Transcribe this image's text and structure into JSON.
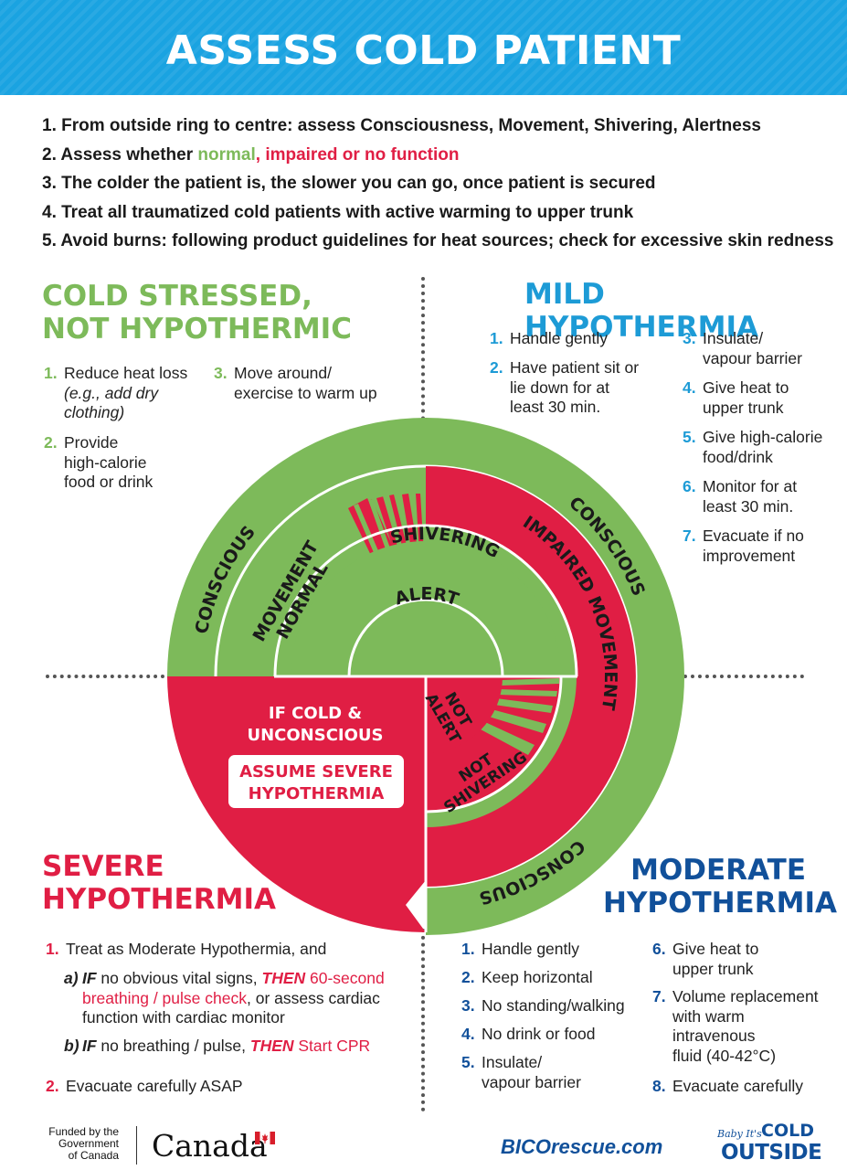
{
  "title": "ASSESS COLD PATIENT",
  "intro": [
    {
      "plain": "1. From outside ring to centre: assess Consciousness, Movement, Shivering, Alertness"
    },
    {
      "pre": "2. Assess whether ",
      "normal": "normal",
      "comma": ", ",
      "impaired": "impaired or no function"
    },
    {
      "plain": "3. The colder the patient is, the slower you can go, once patient is secured"
    },
    {
      "plain": "4. Treat all traumatized cold patients with active warming to upper trunk"
    },
    {
      "plain": "5. Avoid burns: following product guidelines for heat sources; check for excessive skin redness"
    }
  ],
  "colors": {
    "banner": "#1aa3e1",
    "green": "#7dba5a",
    "red": "#e01e44",
    "blue": "#1d9bd6",
    "navy": "#11509a"
  },
  "cold_stressed": {
    "title_line1": "COLD STRESSED,",
    "title_line2": "NOT HYPOTHERMIC",
    "items": [
      {
        "num": "1.",
        "l1": "Reduce heat loss",
        "l2": "(e.g., add dry",
        "l3": "clothing)"
      },
      {
        "num": "2.",
        "l1": "Provide",
        "l2": "high-calorie",
        "l3": "food or drink"
      },
      {
        "num": "3.",
        "l1": "Move around/",
        "l2": "exercise to warm up"
      }
    ]
  },
  "mild": {
    "title": "MILD HYPOTHERMIA",
    "items": [
      {
        "num": "1.",
        "l1": "Handle gently"
      },
      {
        "num": "2.",
        "l1": "Have patient sit or",
        "l2": "lie down for at",
        "l3": "least 30 min."
      },
      {
        "num": "3.",
        "l1": "Insulate/",
        "l2": "vapour barrier"
      },
      {
        "num": "4.",
        "l1": "Give heat to",
        "l2": "upper trunk"
      },
      {
        "num": "5.",
        "l1": "Give high-calorie",
        "l2": "food/drink"
      },
      {
        "num": "6.",
        "l1": "Monitor for at",
        "l2": "least 30 min."
      },
      {
        "num": "7.",
        "l1": "Evacuate if no",
        "l2": "improvement"
      }
    ]
  },
  "diagram": {
    "conscious_upper_left": "CONSCIOUS",
    "conscious_upper_right": "CONSCIOUS",
    "conscious_lower_right": "CONSCIOUS",
    "movement_l1": "MOVEMENT",
    "movement_l2": "NORMAL",
    "shivering": "SHIVERING",
    "alert": "ALERT",
    "impaired_movement": "IMPAIRED MOVEMENT",
    "not_alert_l1": "NOT",
    "not_alert_l2": "ALERT",
    "not_shivering_l1": "NOT",
    "not_shivering_l2": "SHIVERING",
    "if_cold_l1": "IF COLD &",
    "if_cold_l2": "UNCONSCIOUS",
    "assume_l1": "ASSUME SEVERE",
    "assume_l2": "HYPOTHERMIA"
  },
  "severe": {
    "title_line1": "SEVERE",
    "title_line2": "HYPOTHERMIA",
    "item1": {
      "num": "1.",
      "text": "Treat as Moderate Hypothermia, and"
    },
    "sub_a": {
      "label": "a)",
      "if": "IF",
      "t1": " no obvious vital signs, ",
      "then": "THEN",
      "t2": " 60-second",
      "t3": "breathing / pulse check",
      "t4": ", or assess cardiac",
      "t5": "function with cardiac monitor"
    },
    "sub_b": {
      "label": "b)",
      "if": "IF",
      "t1": " no breathing / pulse, ",
      "then": "THEN",
      "t2": " Start CPR"
    },
    "item2": {
      "num": "2.",
      "text": "Evacuate carefully ASAP"
    }
  },
  "moderate": {
    "title_line1": "MODERATE",
    "title_line2": "HYPOTHERMIA",
    "items": [
      {
        "num": "1.",
        "l1": "Handle gently"
      },
      {
        "num": "2.",
        "l1": "Keep horizontal"
      },
      {
        "num": "3.",
        "l1": "No standing/walking"
      },
      {
        "num": "4.",
        "l1": "No drink or food"
      },
      {
        "num": "5.",
        "l1": "Insulate/",
        "l2": "vapour barrier"
      },
      {
        "num": "6.",
        "l1": "Give heat to",
        "l2": "upper trunk"
      },
      {
        "num": "7.",
        "l1": "Volume replacement",
        "l2": "with warm",
        "l3": "intravenous",
        "l4": "fluid (40-42°C)"
      },
      {
        "num": "8.",
        "l1": "Evacuate carefully"
      }
    ]
  },
  "footer": {
    "funded_l1": "Funded by the",
    "funded_l2": "Government",
    "funded_l3": "of Canada",
    "canada": "Canada",
    "site": "BICOrescue.com",
    "logo_l1": "Baby It's",
    "logo_l2": "COLD",
    "logo_l3": "OUTSIDE"
  }
}
